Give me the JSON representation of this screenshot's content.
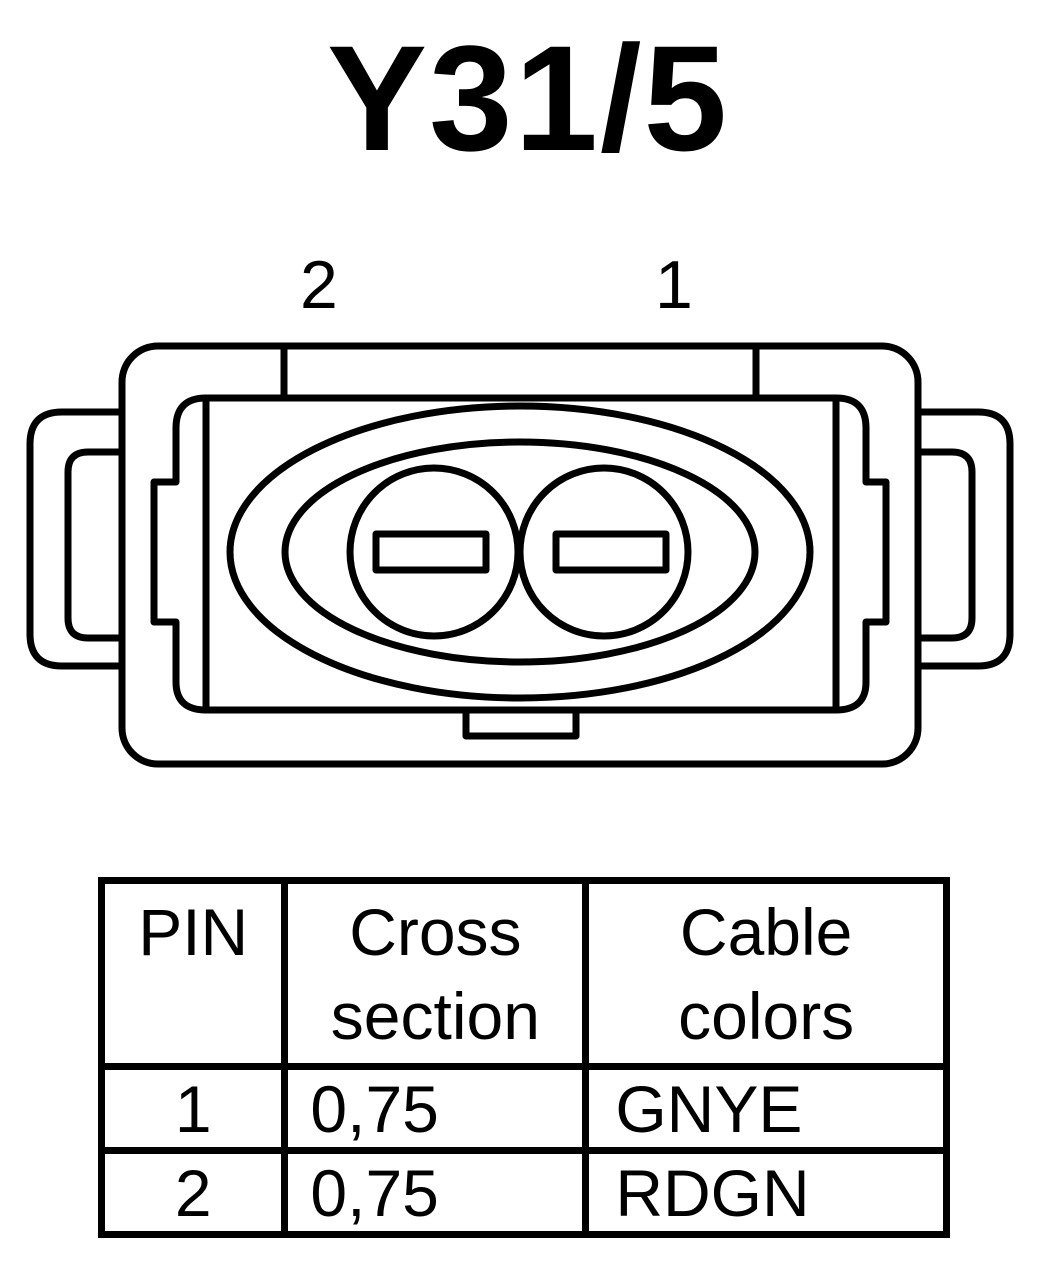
{
  "title": "Y31/5",
  "pin_labels": {
    "left": "2",
    "right": "1"
  },
  "table": {
    "headers": {
      "pin": "PIN",
      "cross_section": [
        "Cross",
        "section"
      ],
      "cable_colors": [
        "Cable",
        "colors"
      ]
    },
    "rows": [
      {
        "pin": "1",
        "cross_section": "0,75",
        "cable_color": "GNYE"
      },
      {
        "pin": "2",
        "cross_section": "0,75",
        "cable_color": "RDGN"
      }
    ]
  }
}
